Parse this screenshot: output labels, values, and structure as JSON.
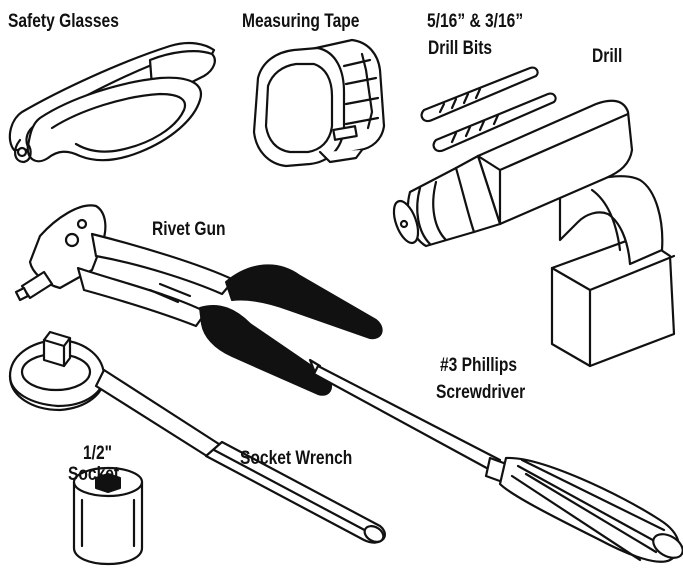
{
  "labels": {
    "safety_glasses": "Safety Glasses",
    "measuring_tape": "Measuring Tape",
    "drill_bits_line1": "5/16” & 3/16”",
    "drill_bits_line2": "Drill Bits",
    "drill": "Drill",
    "rivet_gun": "Rivet Gun",
    "phillips_line1": "#3 Phillips",
    "phillips_line2": "Screwdriver",
    "socket_wrench": "Socket Wrench",
    "socket_line1": "1/2\"",
    "socket_line2": "Socket"
  },
  "colors": {
    "ink": "#111111",
    "background": "#ffffff"
  }
}
